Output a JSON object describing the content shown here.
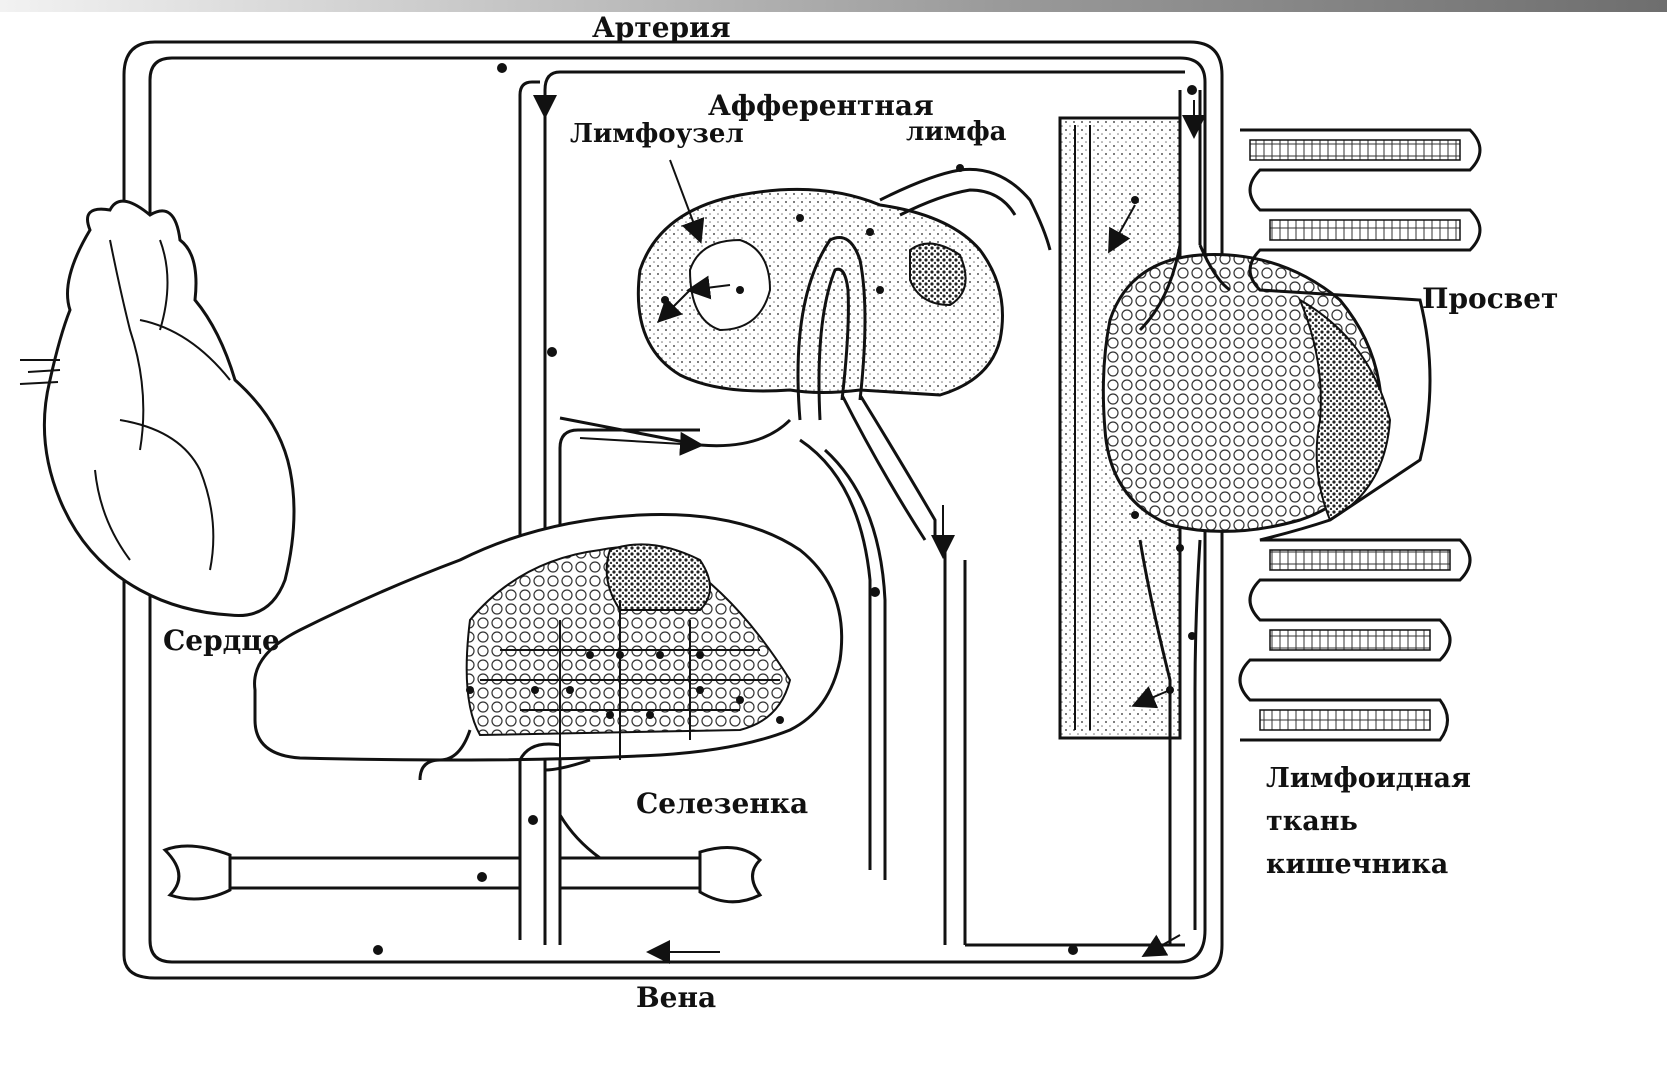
{
  "labels": {
    "artery": "Артерия",
    "afferent_lymph_1": "Афферентная",
    "afferent_lymph_2": "лимфа",
    "lymph_node": "Лимфоузел",
    "lumen": "Просвет",
    "heart": "Сердце",
    "spleen": "Селезенка",
    "gut_tissue_1": "Лимфоидная",
    "gut_tissue_2": "ткань",
    "gut_tissue_3": "кишечника",
    "vein": "Вена"
  },
  "colors": {
    "line": "#111111",
    "background": "#ffffff",
    "shade": "#b8b8b8"
  }
}
